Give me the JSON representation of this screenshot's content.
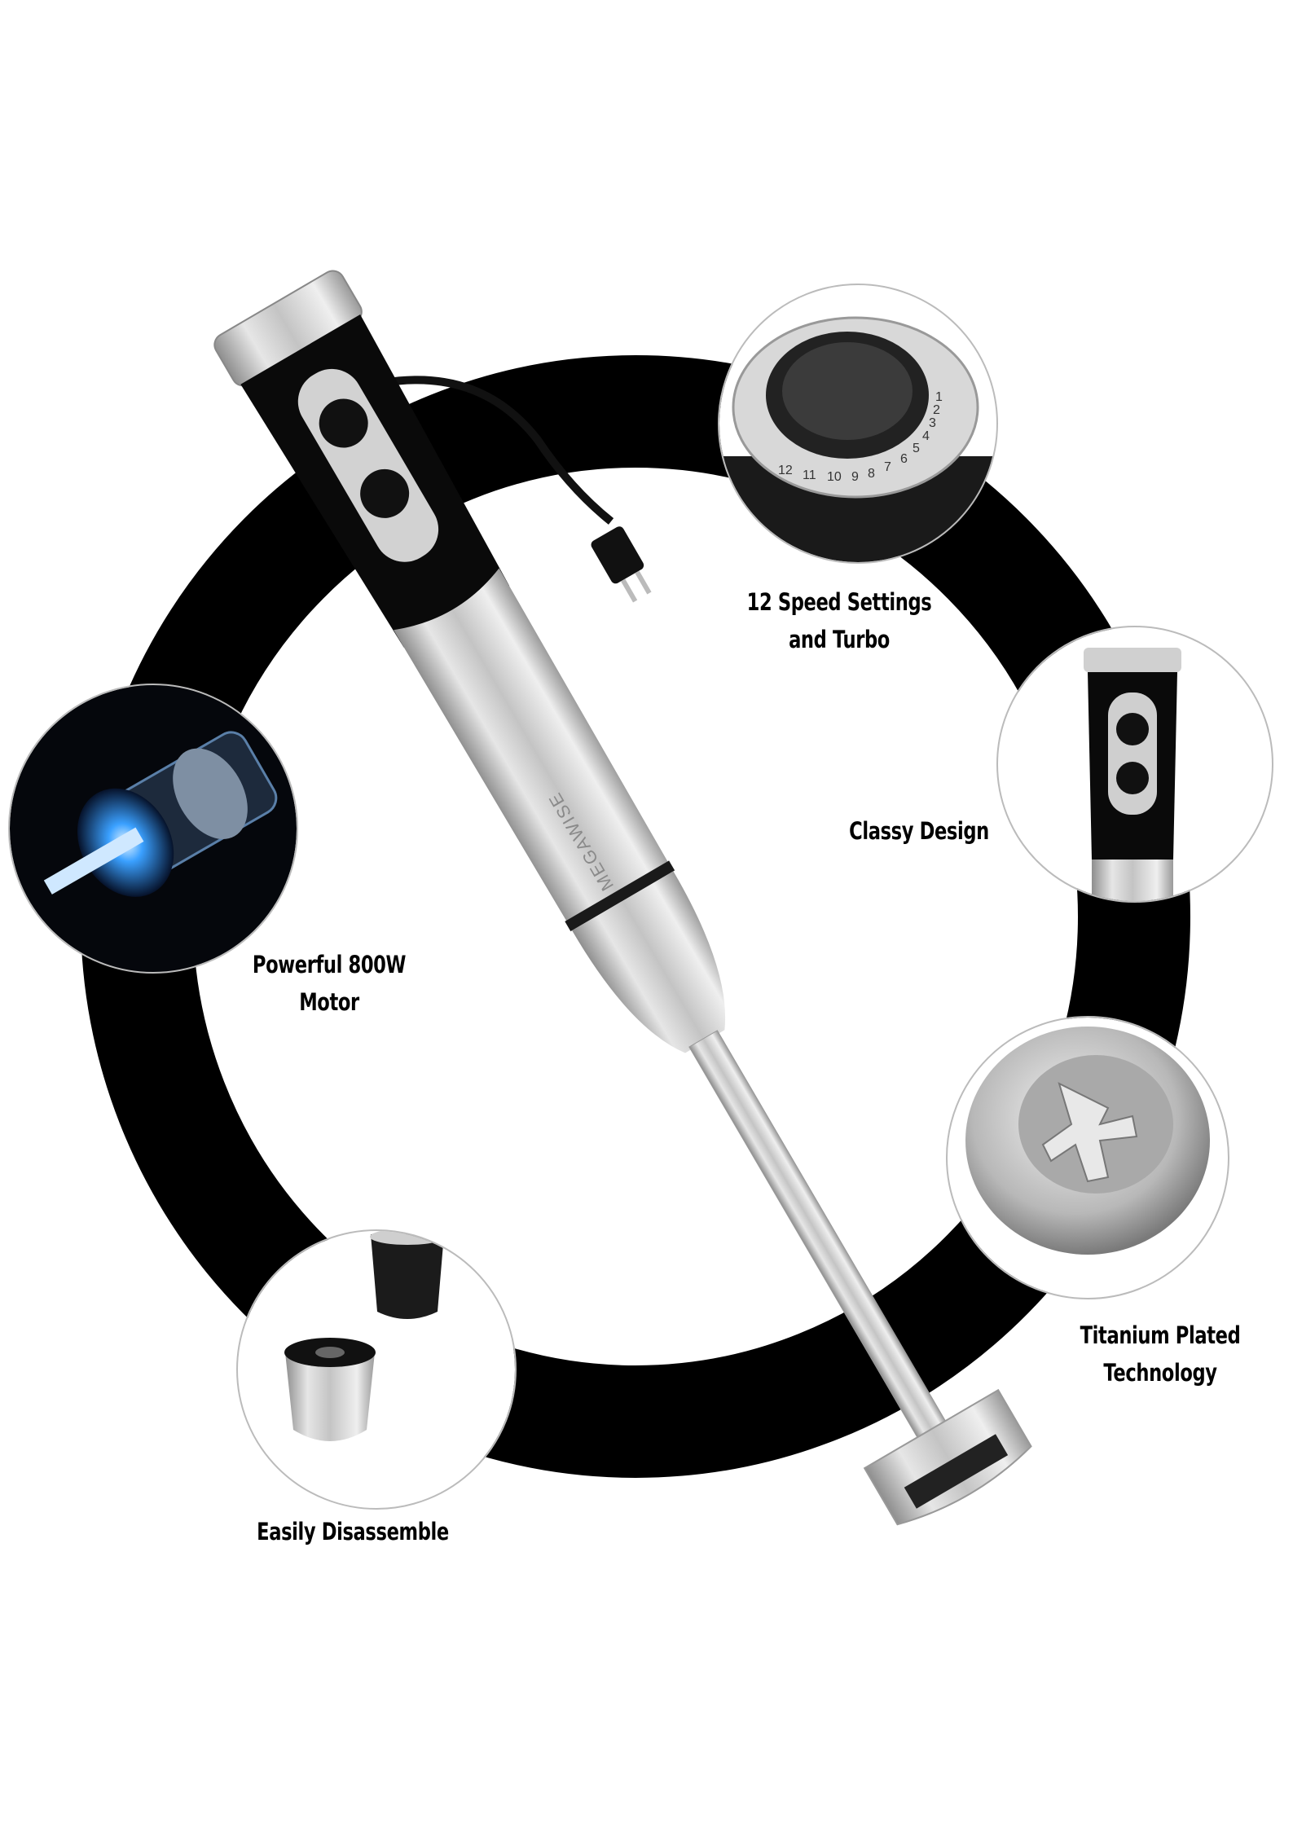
{
  "product": {
    "brand": "MEGAWISE",
    "colors": {
      "ring": "#000000",
      "steel": "#c9c9c9",
      "handle": "#0a0a0a",
      "motor_glow": "#3aa0ff"
    }
  },
  "features": [
    {
      "id": "speed",
      "line1": "12 Speed Settings",
      "line2": "and Turbo",
      "icon": "speed-dial-closeup"
    },
    {
      "id": "design",
      "line1": "Classy Design",
      "line2": "",
      "icon": "handle-closeup"
    },
    {
      "id": "motor",
      "line1": "Powerful 800W",
      "line2": "Motor",
      "icon": "motor-closeup"
    },
    {
      "id": "blade",
      "line1": "Titanium Plated",
      "line2": "Technology",
      "icon": "blade-closeup"
    },
    {
      "id": "disassemble",
      "line1": "Easily Disassemble",
      "line2": "",
      "icon": "parts-closeup"
    }
  ],
  "dial_numbers": [
    "12",
    "11",
    "10",
    "9",
    "8",
    "7",
    "6",
    "5",
    "4",
    "3",
    "2",
    "1"
  ]
}
